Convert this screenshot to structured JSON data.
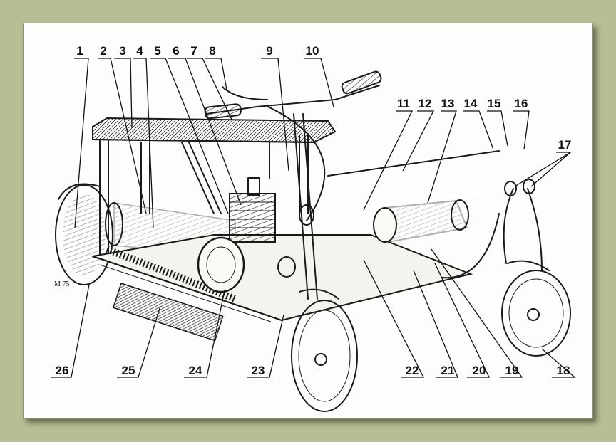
{
  "diagram": {
    "labels_top": [
      "1",
      "2",
      "3",
      "4",
      "5",
      "6",
      "7",
      "8",
      "9",
      "10",
      "11",
      "12",
      "13",
      "14",
      "15",
      "16",
      "17"
    ],
    "labels_bottom": [
      "26",
      "25",
      "24",
      "23",
      "22",
      "21",
      "20",
      "19",
      "18"
    ],
    "signature_mark": "M 75"
  }
}
